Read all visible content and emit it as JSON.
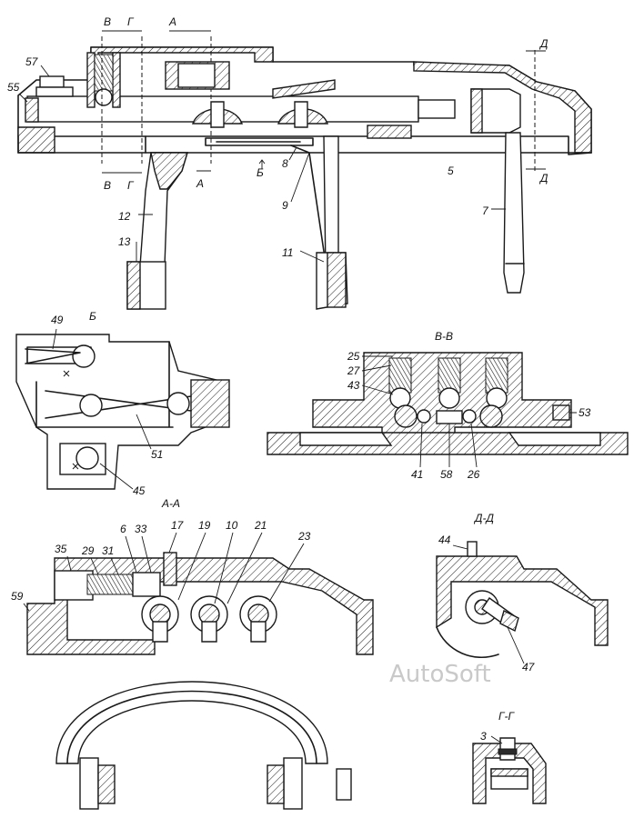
{
  "views": {
    "main": {
      "labels": [
        "57",
        "55",
        "5",
        "8",
        "9",
        "7",
        "12",
        "13",
        "11"
      ],
      "section_marks": [
        "В",
        "Г",
        "А",
        "Б",
        "Д"
      ]
    },
    "detail_b": {
      "title": "Б",
      "labels": [
        "49",
        "51",
        "45"
      ]
    },
    "section_vv": {
      "title": "В-В",
      "labels": [
        "25",
        "27",
        "43",
        "41",
        "58",
        "26",
        "53"
      ]
    },
    "section_aa": {
      "title": "А-А",
      "labels": [
        "35",
        "29",
        "31",
        "6",
        "33",
        "17",
        "19",
        "10",
        "21",
        "23",
        "59"
      ]
    },
    "section_dd": {
      "title": "Д-Д",
      "labels": [
        "44",
        "47"
      ]
    },
    "section_gg": {
      "title": "Г-Г",
      "labels": [
        "3"
      ]
    }
  },
  "watermark": "AutoSoft"
}
